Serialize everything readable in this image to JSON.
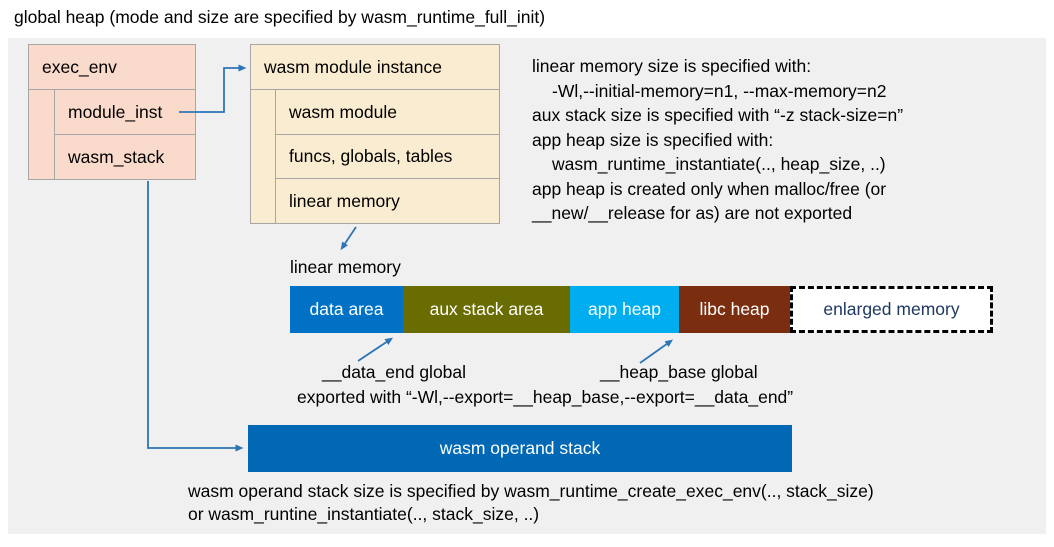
{
  "title": "global heap (mode and size are specified by wasm_runtime_full_init)",
  "colors": {
    "canvas": "#f0f0f0",
    "exec_env_fill": "#fadacb",
    "instance_fill": "#faecd0",
    "box_border": "#a6a6a6",
    "connector": "#2e75b6",
    "data_area": "#0071c5",
    "aux_stack_area": "#696c00",
    "app_heap": "#00aeef",
    "libc_heap": "#7b2d10",
    "enlarged_memory_text": "#1f3864",
    "operand_stack": "#0068b5"
  },
  "exec_env": {
    "title": "exec_env",
    "rows": [
      "module_inst",
      "wasm_stack"
    ]
  },
  "module_instance": {
    "title": "wasm module instance",
    "rows": [
      "wasm module",
      "funcs, globals, tables",
      "linear memory"
    ]
  },
  "notes_right": {
    "line1": "linear memory size is specified with:",
    "line2": "-Wl,--initial-memory=n1, --max-memory=n2",
    "line3": "aux stack size is specified with “-z stack-size=n”",
    "line4": "app heap size is specified with:",
    "line5": "wasm_runtime_instantiate(.., heap_size, ..)",
    "line6": "app heap is created only when malloc/free (or",
    "line7": "__new/__release for as) are not exported"
  },
  "linear_memory_bar": {
    "label": "linear memory",
    "segments": [
      {
        "label": "data area",
        "color": "#0071c5"
      },
      {
        "label": "aux stack area",
        "color": "#696c00"
      },
      {
        "label": "app heap",
        "color": "#00aeef"
      },
      {
        "label": "libc heap",
        "color": "#7b2d10"
      },
      {
        "label": "enlarged memory",
        "color": "#ffffff"
      }
    ]
  },
  "annotations": {
    "data_end": "__data_end global",
    "heap_base": "__heap_base global",
    "exported": "exported with “-Wl,--export=__heap_base,--export=__data_end”"
  },
  "operand_stack": {
    "label": "wasm operand stack",
    "note_line1": "wasm operand stack size is specified by wasm_runtime_create_exec_env(.., stack_size)",
    "note_line2": "or wasm_runtine_instantiate(.., stack_size, ..)"
  }
}
